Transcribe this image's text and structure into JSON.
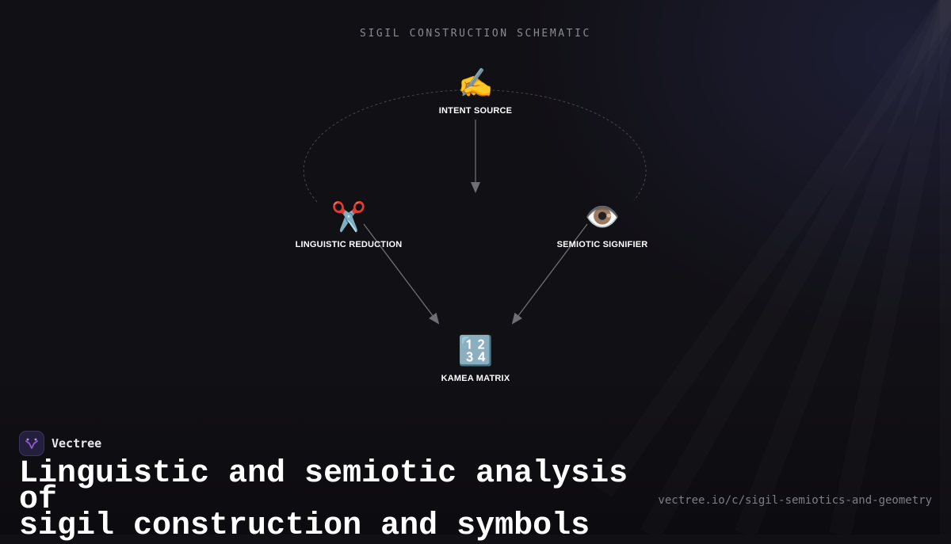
{
  "diagram": {
    "heading": "SIGIL CONSTRUCTION SCHEMATIC",
    "nodes": [
      {
        "id": "intent",
        "icon": "✍️",
        "icon_name": "writing-hand-icon",
        "label": "INTENT SOURCE"
      },
      {
        "id": "linguistic",
        "icon": "✂️",
        "icon_name": "scissors-icon",
        "label": "LINGUISTIC REDUCTION"
      },
      {
        "id": "semiotic",
        "icon": "👁️",
        "icon_name": "eye-icon",
        "label": "SEMIOTIC SIGNIFIER"
      },
      {
        "id": "kamea",
        "icon": "🔢",
        "icon_name": "numbers-icon",
        "label": "KAMEA MATRIX"
      }
    ],
    "edges": [
      {
        "from": "intent",
        "to": "center"
      },
      {
        "from": "linguistic",
        "to": "kamea"
      },
      {
        "from": "semiotic",
        "to": "kamea"
      }
    ]
  },
  "brand": {
    "name": "Vectree"
  },
  "title": {
    "line1": "Linguistic and semiotic analysis of",
    "line2": "sigil construction and symbols"
  },
  "url": "vectree.io/c/sigil-semiotics-and-geometry",
  "colors": {
    "background": "#111015",
    "edge": "#6e6e74",
    "orbit": "#45454c",
    "logo_bg": "#241f3d",
    "logo_accent": "#8e5bd6"
  }
}
